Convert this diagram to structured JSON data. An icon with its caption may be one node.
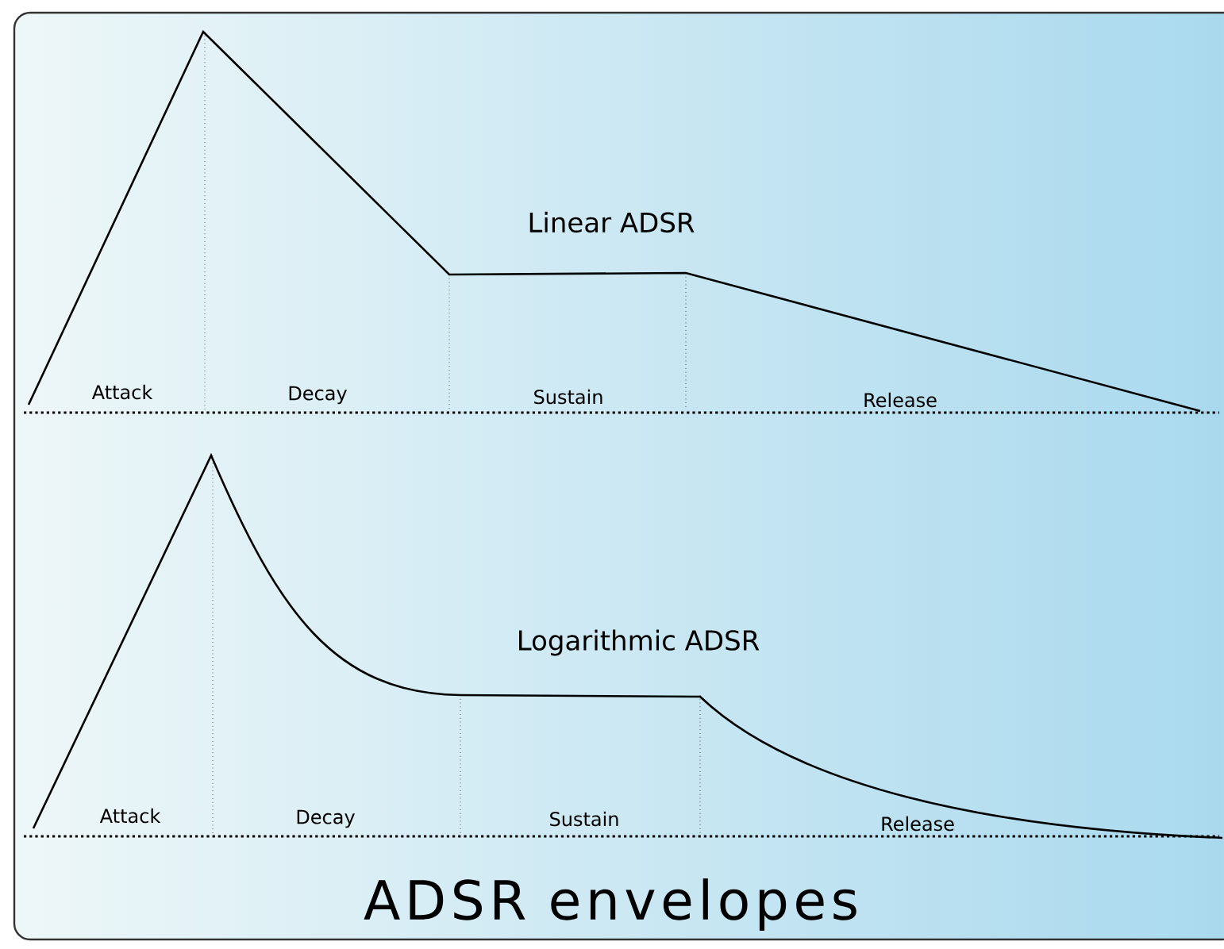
{
  "diagram": {
    "title": "ADSR envelopes",
    "labels": [
      "Linear ADSR",
      "Attack",
      "Decay",
      "Sustain",
      "Release",
      "Logarithmic ADSR",
      "Attack",
      "Decay",
      "Sustain",
      "Release"
    ]
  }
}
